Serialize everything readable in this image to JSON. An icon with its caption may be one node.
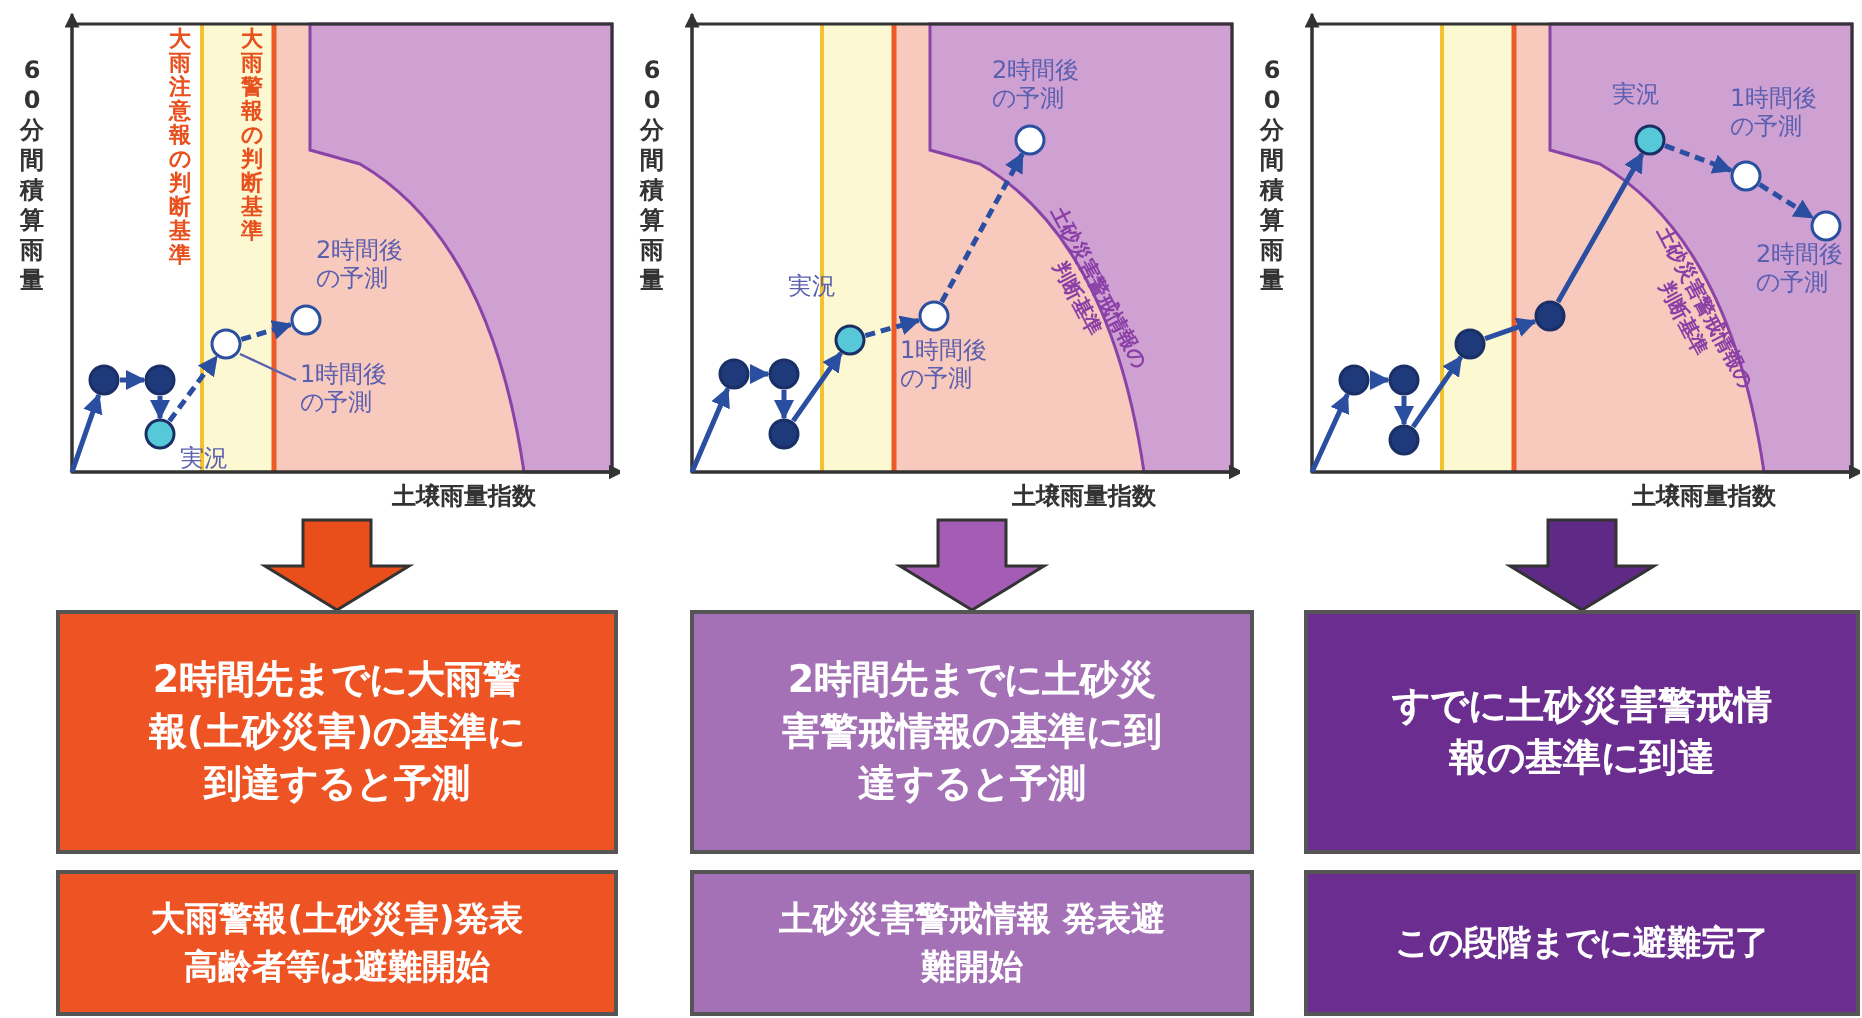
{
  "diagram": {
    "nodes": [
      {
        "text": [
          "大雨注意報の判断基準",
          "大雨警報の判断基準",
          "2時間後の予測",
          "1時間後の予測",
          "実況"
        ],
        "beside": [
          "60分間積算雨量",
          "土壌雨量指数"
        ]
      },
      {
        "text": [
          "2時間後の予測",
          "実況",
          "1時間後の予測",
          "土砂災害警戒情報の判断基準"
        ],
        "beside": [
          "60分間積算雨量",
          "土壌雨量指数"
        ]
      },
      {
        "text": [
          "実況",
          "1時間後の予測",
          "2時間後の予測",
          "土砂災害警戒情報の判断基準"
        ],
        "beside": [
          "60分間積算雨量",
          "土壌雨量指数"
        ]
      },
      {
        "text": [
          "2時間先までに大雨警報(土砂災害)の基準に到達すると予測"
        ]
      },
      {
        "text": [
          "2時間先までに土砂災害警戒情報の基準に到達すると予測"
        ]
      },
      {
        "text": [
          "すでに土砂災害警戒情報の基準に到達"
        ]
      },
      {
        "text": [
          "大雨警報(土砂災害)発表高齢者等は避難開始"
        ]
      },
      {
        "text": [
          "土砂災害警戒情報 発表避難開始"
        ]
      },
      {
        "text": [
          "この段階までに避難完了"
        ]
      }
    ],
    "edges": [
      {
        "from": 0,
        "to": 3,
        "arrow": "to",
        "color": "#e94e1b"
      },
      {
        "from": 1,
        "to": 4,
        "arrow": "to",
        "color": "#a45cb5"
      },
      {
        "from": 2,
        "to": 5,
        "arrow": "to",
        "color": "#5e2a86"
      }
    ]
  }
}
